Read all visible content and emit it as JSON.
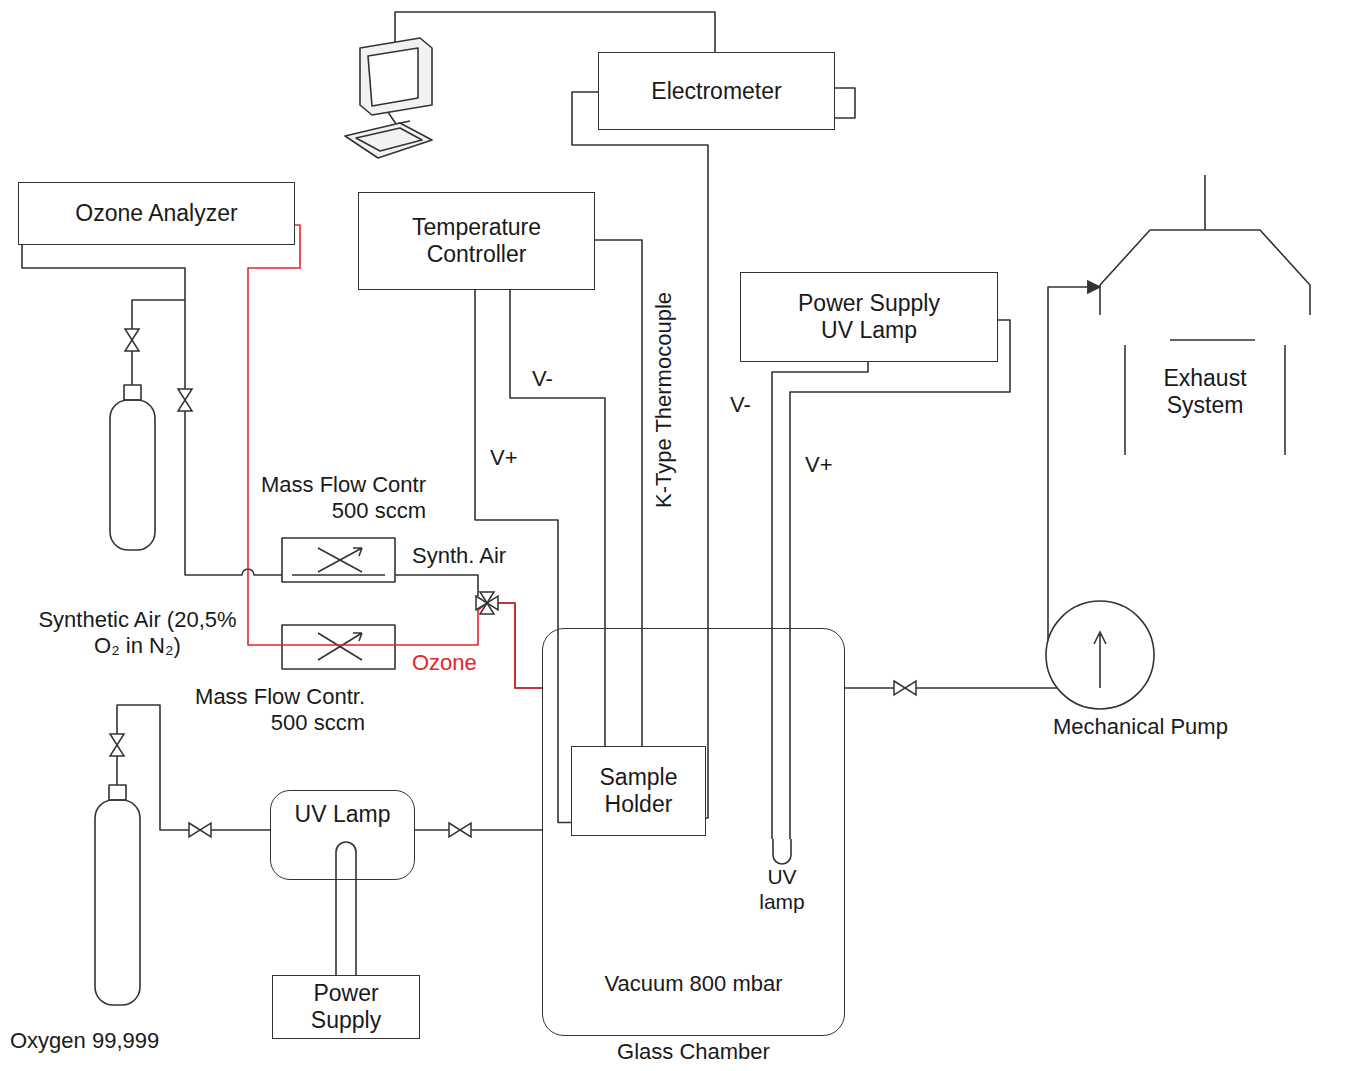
{
  "diagram": {
    "nodes": [
      {
        "text": [
          "Electrometer"
        ]
      },
      {
        "text": [
          "Ozone Analyzer"
        ]
      },
      {
        "text": [
          "Temperature Controller"
        ]
      },
      {
        "text": [
          "Power Supply UV Lamp"
        ]
      },
      {
        "text": [
          "Exhaust System"
        ]
      },
      {
        "text": [
          "Vacuum 800 mbar",
          "Glass Chamber"
        ]
      },
      {
        "text": [
          "Sample Holder"
        ],
        "in": 5
      },
      {
        "text": [
          "UV lamp"
        ],
        "in": 5
      },
      {
        "text": [
          "UV Lamp"
        ]
      },
      {
        "text": [
          "Mechanical Pump"
        ]
      },
      {
        "text": [
          "Power Supply"
        ]
      }
    ],
    "edges": [
      {
        "from": 0,
        "to": 6,
        "arrow": "none"
      },
      {
        "from": 2,
        "to": 6,
        "label": "V+",
        "arrow": "none"
      },
      {
        "from": 2,
        "to": 6,
        "label": "V-",
        "arrow": "none"
      },
      {
        "from": 2,
        "to": 6,
        "label": "K-Type Thermocouple",
        "arrow": "none"
      },
      {
        "from": 3,
        "to": 7,
        "label": "V-",
        "arrow": "none"
      },
      {
        "from": 3,
        "to": 7,
        "label": "V+",
        "arrow": "none"
      },
      {
        "from": 1,
        "to": 5,
        "label": "Ozone",
        "arrow": "none"
      },
      {
        "from": 10,
        "to": 8,
        "arrow": "none"
      },
      {
        "from": 8,
        "to": 5,
        "arrow": "none"
      },
      {
        "from": 5,
        "to": 9,
        "arrow": "none"
      },
      {
        "from": 9,
        "to": 4,
        "arrow": "to"
      }
    ],
    "labels": [
      "Mass Flow Contr 500 sccm",
      "Synth. Air",
      "Synthetic Air (20,5% O₂ in N₂)",
      "Mass Flow Contr. 500 sccm",
      "Oxygen 99,999"
    ]
  }
}
